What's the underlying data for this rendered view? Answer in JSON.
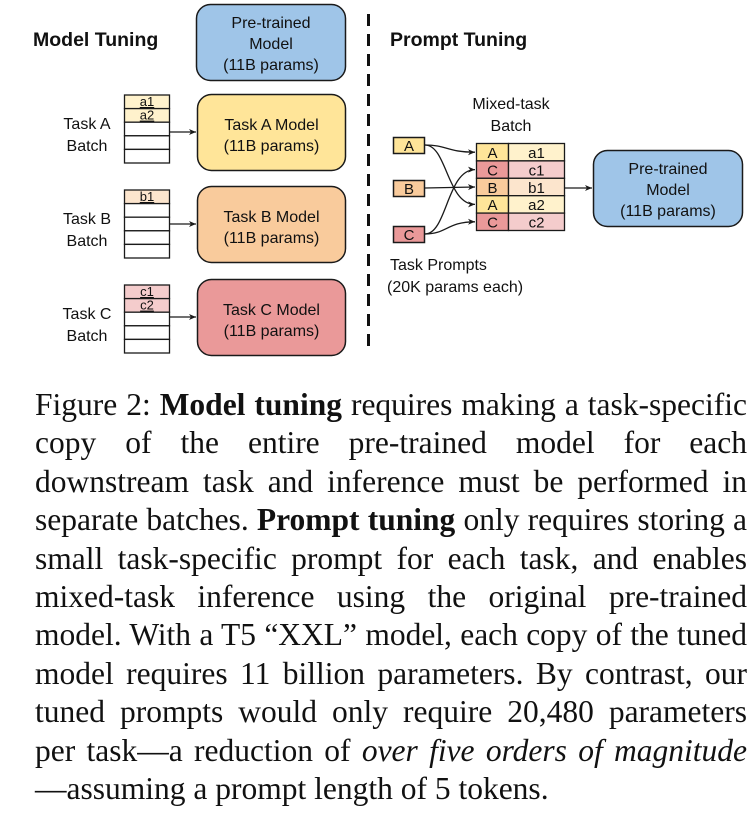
{
  "colors": {
    "pretrained": "#9fc5e8",
    "task_a": "#ffe599",
    "task_b": "#f9cb9c",
    "task_c": "#ea9999",
    "row_a": "#fff2cc",
    "row_b": "#fce5cd",
    "row_c": "#f4cccc",
    "stroke": "#1a1a1a"
  },
  "model_tuning": {
    "title": "Model Tuning",
    "pretrained": [
      "Pre-trained",
      "Model",
      "(11B params)"
    ],
    "tasks": [
      {
        "id": "a",
        "label": [
          "Task A",
          "Batch"
        ],
        "rows": [
          "a1",
          "a2",
          "",
          "",
          ""
        ],
        "model": [
          "Task A Model",
          "(11B params)"
        ]
      },
      {
        "id": "b",
        "label": [
          "Task B",
          "Batch"
        ],
        "rows": [
          "b1",
          "",
          "",
          "",
          ""
        ],
        "model": [
          "Task B Model",
          "(11B params)"
        ]
      },
      {
        "id": "c",
        "label": [
          "Task C",
          "Batch"
        ],
        "rows": [
          "c1",
          "c2",
          "",
          "",
          ""
        ],
        "model": [
          "Task C Model",
          "(11B params)"
        ]
      }
    ]
  },
  "prompt_tuning": {
    "title": "Prompt Tuning",
    "batch_title": [
      "Mixed-task",
      "Batch"
    ],
    "prompts": [
      "A",
      "B",
      "C"
    ],
    "batch_rows": [
      {
        "prompt": "A",
        "item": "a1"
      },
      {
        "prompt": "C",
        "item": "c1"
      },
      {
        "prompt": "B",
        "item": "b1"
      },
      {
        "prompt": "A",
        "item": "a2"
      },
      {
        "prompt": "C",
        "item": "c2"
      }
    ],
    "prompts_label": [
      "Task Prompts",
      "(20K params each)"
    ],
    "pretrained": [
      "Pre-trained",
      "Model",
      "(11B params)"
    ]
  },
  "caption": {
    "prefix": "Figure 2: ",
    "bold1": "Model tuning",
    "text1": " requires making a task-specific copy of the entire pre-trained model for each downstream task and inference must be performed in separate batches. ",
    "bold2": "Prompt tuning",
    "text2": " only requires stor­ing a small task-specific prompt for each task, and enables mixed-task inference using the original pre-trained model. With a T5 “XXL” model, each copy of the tuned model requires 11 billion parameters. By contrast, our tuned prompts would only require 20,480 parameters per task—a reduction of ",
    "italic": "over five orders of magnitude",
    "text3": "—assuming a prompt length of 5 tokens."
  }
}
